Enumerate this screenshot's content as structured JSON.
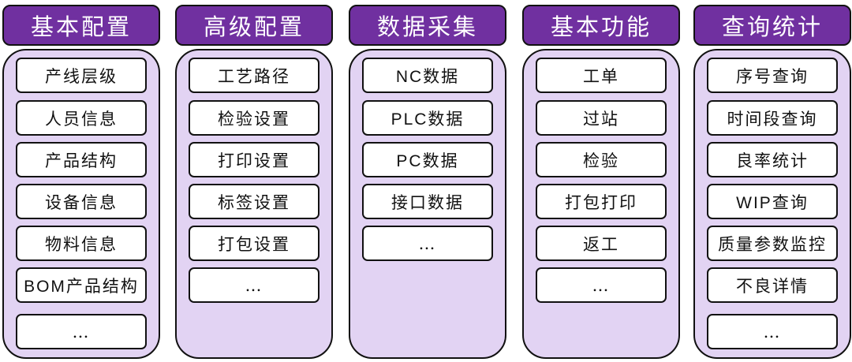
{
  "columns": [
    {
      "title": "基本配置",
      "items": [
        "产线层级",
        "人员信息",
        "产品结构",
        "设备信息",
        "物料信息",
        "BOM产品结构",
        "…"
      ]
    },
    {
      "title": "高级配置",
      "items": [
        "工艺路径",
        "检验设置",
        "打印设置",
        "标签设置",
        "打包设置",
        "…"
      ]
    },
    {
      "title": "数据采集",
      "items": [
        "NC数据",
        "PLC数据",
        "PC数据",
        "接口数据",
        "…"
      ]
    },
    {
      "title": "基本功能",
      "items": [
        "工单",
        "过站",
        "检验",
        "打包打印",
        "返工",
        "…"
      ]
    },
    {
      "title": "查询统计",
      "items": [
        "序号查询",
        "时间段查询",
        "良率统计",
        "WIP查询",
        "质量参数监控",
        "不良详情",
        "…"
      ]
    }
  ],
  "colors": {
    "header": "#7030a0",
    "panel": "#e2d3f3"
  }
}
